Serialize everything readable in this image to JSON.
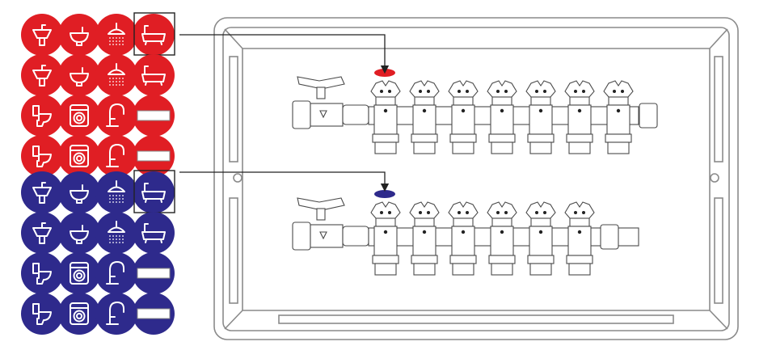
{
  "colors": {
    "hot": "#e01e24",
    "cold": "#2e2a8c",
    "icon": "#ffffff",
    "line": "#4a4a4a",
    "frame": "#8a8a8a",
    "background": "#ffffff"
  },
  "sticker_sheets": [
    {
      "name": "hot",
      "rows": [
        [
          "washbasin-icon",
          "bidet-icon",
          "shower-icon",
          "bathtub-icon"
        ],
        [
          "washbasin-icon",
          "bidet-icon",
          "shower-icon",
          "bathtub-icon"
        ],
        [
          "toilet-icon",
          "washing-machine-icon",
          "faucet-icon",
          "blank-label-icon"
        ],
        [
          "toilet-icon",
          "washing-machine-icon",
          "faucet-icon",
          "blank-label-icon"
        ]
      ],
      "highlighted": "bathtub-icon"
    },
    {
      "name": "cold",
      "rows": [
        [
          "washbasin-icon",
          "bidet-icon",
          "shower-icon",
          "bathtub-icon"
        ],
        [
          "washbasin-icon",
          "bidet-icon",
          "shower-icon",
          "bathtub-icon"
        ],
        [
          "toilet-icon",
          "washing-machine-icon",
          "faucet-icon",
          "blank-label-icon"
        ],
        [
          "toilet-icon",
          "washing-machine-icon",
          "faucet-icon",
          "blank-label-icon"
        ]
      ],
      "highlighted": "bathtub-icon"
    }
  ],
  "manifolds": [
    {
      "name": "hot",
      "valve_count": 7,
      "marker_color": "hot"
    },
    {
      "name": "cold",
      "valve_count": 6,
      "marker_color": "cold"
    }
  ]
}
